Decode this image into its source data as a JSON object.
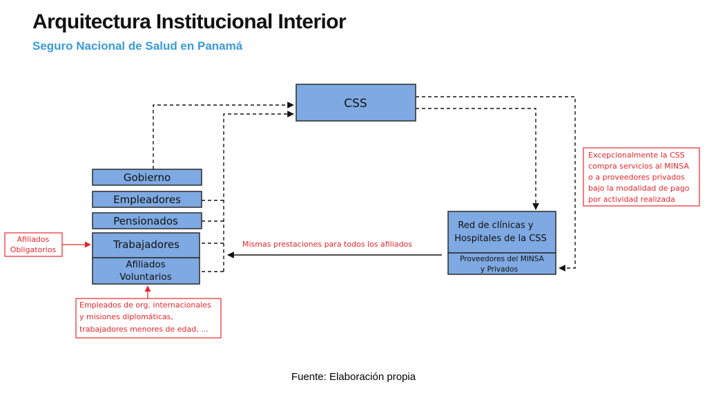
{
  "title": "Arquitectura Institucional Interior",
  "subtitle": "Seguro Nacional de Salud en Panamá",
  "source": "Fuente: Elaboración propia",
  "colors": {
    "box_fill": "#7ea9e2",
    "box_border": "#2a2a2a",
    "subtitle": "#3a9ad9",
    "note_red": "#e8262b"
  },
  "diagram": {
    "css_label": "CSS",
    "groups": {
      "gobierno": "Gobierno",
      "empleadores": "Empleadores",
      "pensionados": "Pensionados",
      "trabajadores": "Trabajadores",
      "voluntarios": [
        "Afiliados",
        "Voluntarios"
      ]
    },
    "red": {
      "title": [
        "Red de clínicas y",
        "Hospitales de la CSS"
      ],
      "providers": [
        "Proveedores del MINSA",
        "y Privados"
      ]
    },
    "arrow_label": "Mismas prestaciones para todos los afiliados",
    "notes": {
      "afiliados_obligatorios": [
        "Afiliados",
        "Obligatorios"
      ],
      "excepcional": [
        "Excepcionalmente la CSS",
        "compra servicios al MINSA",
        "o a proveedores privados",
        "bajo la modalidad de pago",
        "por actividad realizada"
      ],
      "empleados": [
        "Empleados de org. internacionales",
        "y misiones diplomáticas,",
        "trabajadores menores de edad, ..."
      ]
    }
  }
}
